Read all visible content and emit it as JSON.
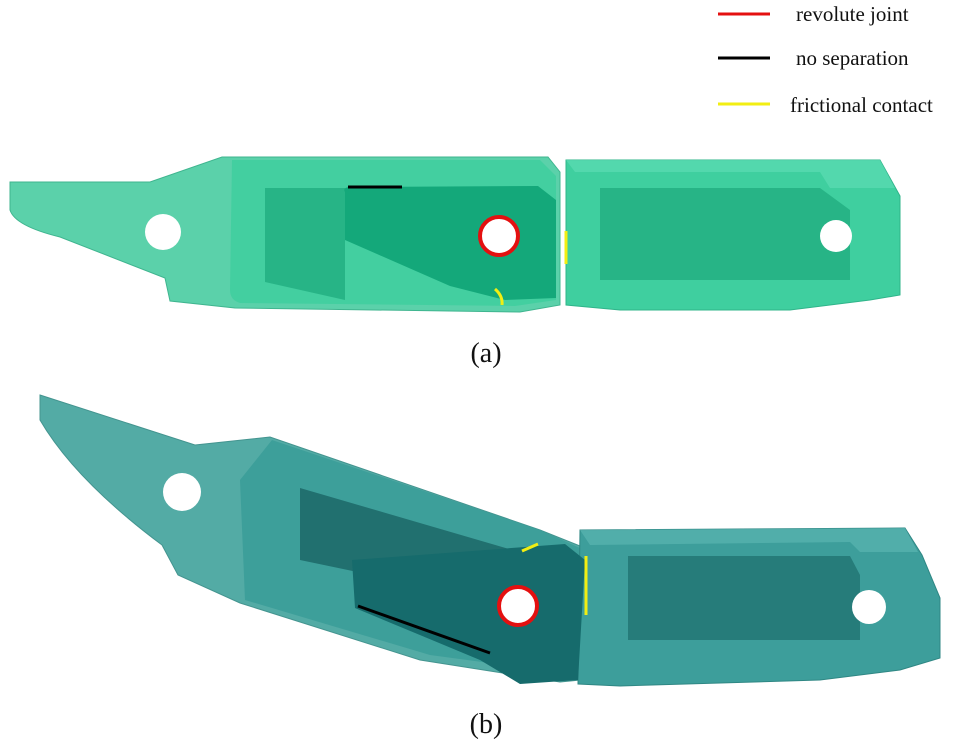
{
  "legend": {
    "items": [
      {
        "label": "revolute joint",
        "color": "#e41010"
      },
      {
        "label": "no separation",
        "color": "#000000"
      },
      {
        "label": "frictional contact",
        "color": "#f2ee12"
      }
    ]
  },
  "panels": [
    {
      "caption": "(a)",
      "state": "straight",
      "color": "#3fcf9f"
    },
    {
      "caption": "(b)",
      "state": "bent",
      "color": "#2f9d9a"
    }
  ]
}
